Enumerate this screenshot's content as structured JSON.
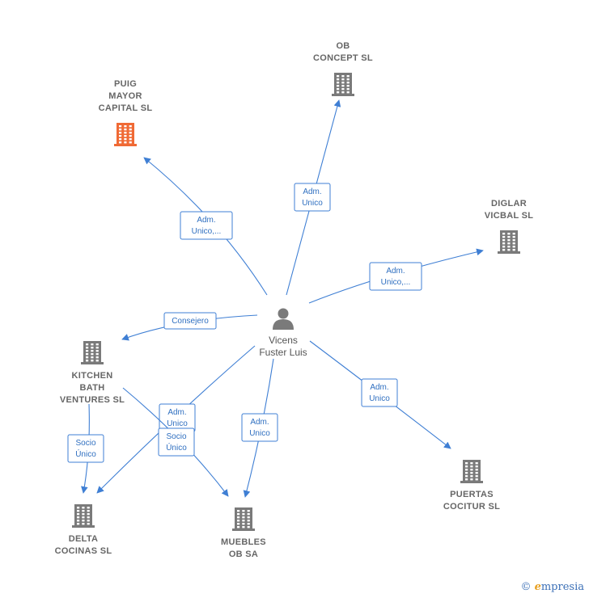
{
  "center": {
    "name_lines": [
      "Vicens",
      "Fuster Luis"
    ]
  },
  "companies": [
    {
      "id": "puig",
      "lines": [
        "PUIG",
        "MAYOR",
        "CAPITAL  SL"
      ],
      "color": "#f06a35"
    },
    {
      "id": "ob",
      "lines": [
        "OB",
        "CONCEPT  SL"
      ],
      "color": "#7a7a7a"
    },
    {
      "id": "diglar",
      "lines": [
        "DIGLAR",
        "VICBAL  SL"
      ],
      "color": "#7a7a7a"
    },
    {
      "id": "kitchen",
      "lines": [
        "KITCHEN",
        "BATH",
        "VENTURES  SL"
      ],
      "color": "#7a7a7a"
    },
    {
      "id": "delta",
      "lines": [
        "DELTA",
        "COCINAS  SL"
      ],
      "color": "#7a7a7a"
    },
    {
      "id": "muebles",
      "lines": [
        "MUEBLES",
        "OB SA"
      ],
      "color": "#7a7a7a"
    },
    {
      "id": "puertas",
      "lines": [
        "PUERTAS",
        "COCITUR  SL"
      ],
      "color": "#7a7a7a"
    }
  ],
  "edges": [
    {
      "from": "center",
      "to": "puig",
      "label": [
        "Adm.",
        "Unico,..."
      ]
    },
    {
      "from": "center",
      "to": "ob",
      "label": [
        "Adm.",
        "Unico"
      ]
    },
    {
      "from": "center",
      "to": "diglar",
      "label": [
        "Adm.",
        "Unico,..."
      ]
    },
    {
      "from": "center",
      "to": "kitchen",
      "label": [
        "Consejero"
      ]
    },
    {
      "from": "center",
      "to": "delta",
      "label": [
        "Adm.",
        "Unico"
      ]
    },
    {
      "from": "center",
      "to": "muebles",
      "label": [
        "Adm.",
        "Unico"
      ]
    },
    {
      "from": "center",
      "to": "puertas",
      "label": [
        "Adm.",
        "Unico"
      ]
    },
    {
      "from": "kitchen",
      "to": "delta",
      "label": [
        "Socio",
        "Único"
      ]
    },
    {
      "from": "kitchen",
      "to": "muebles",
      "label": [
        "Socio",
        "Único"
      ]
    }
  ],
  "colors": {
    "edge": "#3f7fd4",
    "company": "#7a7a7a",
    "highlight": "#f06a35",
    "person": "#7a7a7a"
  },
  "footer": {
    "copyright": "©",
    "brand_e": "e",
    "brand_rest": "mpresia"
  }
}
